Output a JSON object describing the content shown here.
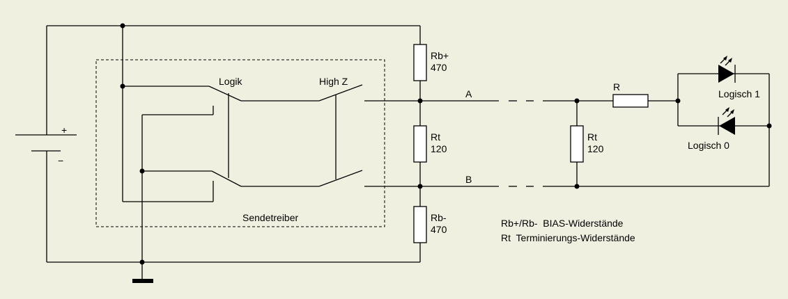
{
  "labels": {
    "battery_plus": "+",
    "battery_minus": "−",
    "logik": "Logik",
    "high_z": "High Z",
    "sendetreiber": "Sendetreiber",
    "line_a": "A",
    "line_b": "B",
    "rb_plus_name": "Rb+",
    "rb_plus_value": "470",
    "rt_driver_name": "Rt",
    "rt_driver_value": "120",
    "rb_minus_name": "Rb-",
    "rb_minus_value": "470",
    "rt_far_name": "Rt",
    "rt_far_value": "120",
    "r_name": "R",
    "logisch_1": "Logisch 1",
    "logisch_0": "Logisch 0"
  },
  "legend": {
    "line1": "Rb+/Rb-  BIAS-Widerstände",
    "line2": "Rt  Terminierungs-Widerstände"
  },
  "colors": {
    "background": "#f0f0e0",
    "stroke": "#000000",
    "component_fill": "#ffffff"
  }
}
